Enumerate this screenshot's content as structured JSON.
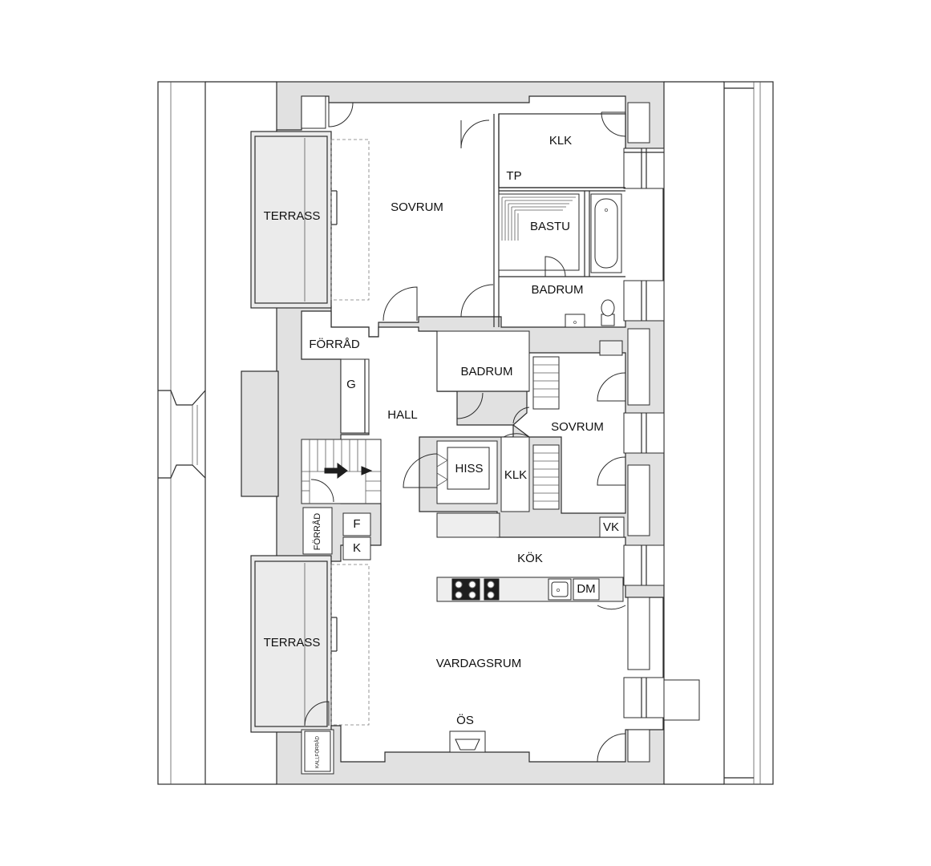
{
  "rooms": {
    "terrass_top": "TERRASS",
    "sovrum_main": "SOVRUM",
    "klk_top": "KLK",
    "tp": "TP",
    "bastu": "BASTU",
    "badrum_main": "BADRUM",
    "forrad_upper": "FÖRRÅD",
    "g": "G",
    "badrum_small": "BADRUM",
    "hall": "HALL",
    "sovrum_small": "SOVRUM",
    "hiss": "HISS",
    "klk_mid": "KLK",
    "forrad_lower": "FÖRRÅD",
    "f": "F",
    "k": "K",
    "vk": "VK",
    "kok": "KÖK",
    "dm": "DM",
    "terrass_bottom": "TERRASS",
    "vardagsrum": "VARDAGSRUM",
    "os": "ÖS",
    "kallforrad": "KALLFÖRRÅD"
  },
  "colors": {
    "wall_fill": "#e1e1e1",
    "line": "#2b2b2b",
    "terrace_fill": "#ebebeb"
  }
}
